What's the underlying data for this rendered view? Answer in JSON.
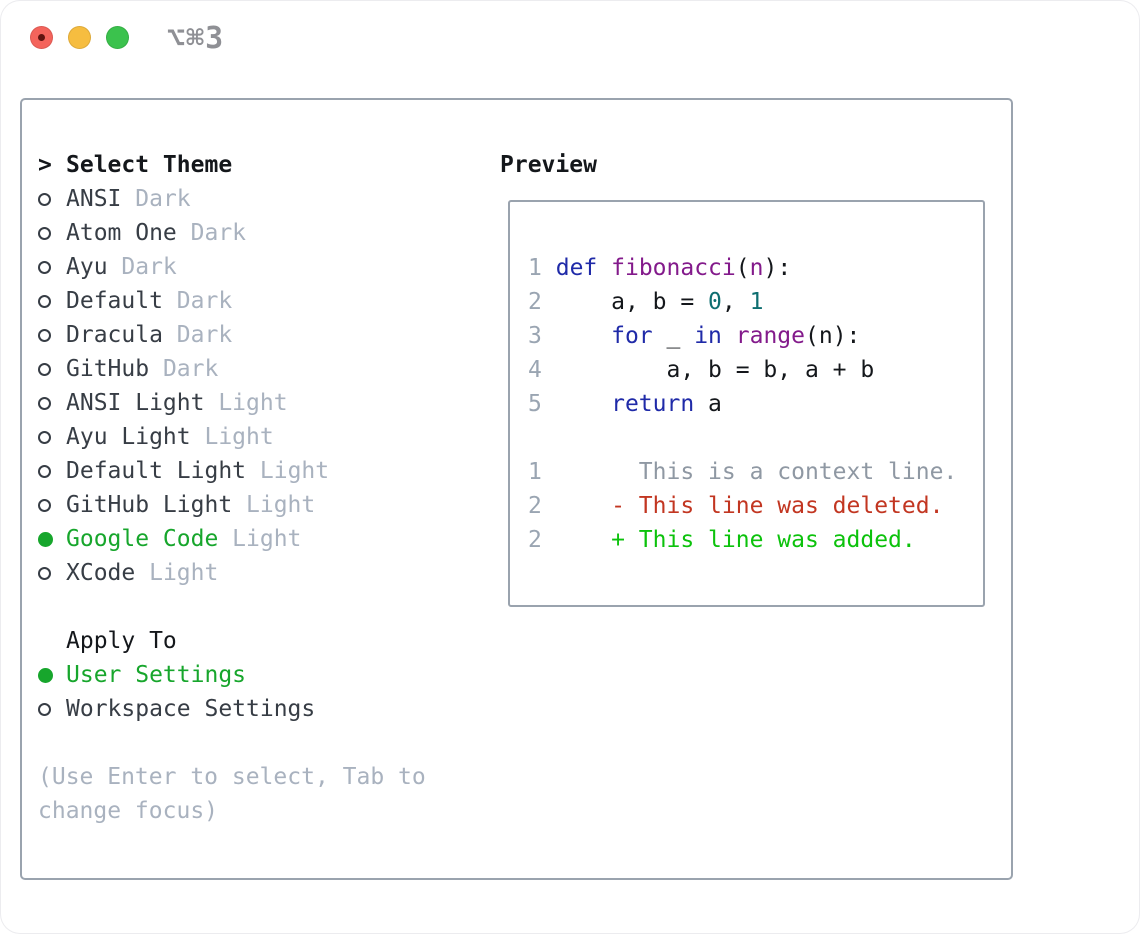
{
  "titlebar": {
    "shortcut": "⌥⌘3",
    "shortcut_color": "#8f9095",
    "traffic_red": "#f4645c",
    "traffic_red_dot": "#611410",
    "traffic_yellow": "#f6bd40",
    "traffic_green": "#3bc24d"
  },
  "colors": {
    "accent_green": "#17a62c",
    "border_gray": "#9aa3ae",
    "text_dark": "#373d45",
    "text_black": "#14171b",
    "muted": "#a9b2bf",
    "line_number": "#9aa5b2",
    "code_keyword": "#1f2aa8",
    "code_name": "#831a8b",
    "code_number": "#0e6e70",
    "code_plain": "#14171b",
    "diff_context": "#8f98a3",
    "diff_deleted": "#c23621",
    "diff_added": "#0cc20c"
  },
  "theme_panel": {
    "prompt": ">",
    "title": "Select Theme",
    "items": [
      {
        "name": "ANSI",
        "variant": "Dark",
        "selected": false
      },
      {
        "name": "Atom One",
        "variant": "Dark",
        "selected": false
      },
      {
        "name": "Ayu",
        "variant": "Dark",
        "selected": false
      },
      {
        "name": "Default",
        "variant": "Dark",
        "selected": false
      },
      {
        "name": "Dracula",
        "variant": "Dark",
        "selected": false
      },
      {
        "name": "GitHub",
        "variant": "Dark",
        "selected": false
      },
      {
        "name": "ANSI Light",
        "variant": "Light",
        "selected": false
      },
      {
        "name": "Ayu Light",
        "variant": "Light",
        "selected": false
      },
      {
        "name": "Default Light",
        "variant": "Light",
        "selected": false
      },
      {
        "name": "GitHub Light",
        "variant": "Light",
        "selected": false
      },
      {
        "name": "Google Code",
        "variant": "Light",
        "selected": true
      },
      {
        "name": "XCode",
        "variant": "Light",
        "selected": false
      }
    ],
    "apply_to": {
      "title": "Apply To",
      "options": [
        {
          "name": "User Settings",
          "selected": true
        },
        {
          "name": "Workspace Settings",
          "selected": false
        }
      ]
    },
    "hint_lines": [
      "(Use Enter to select, Tab to",
      "change focus)"
    ]
  },
  "preview": {
    "title": "Preview",
    "code_lines": [
      {
        "tokens": [
          [
            "ln",
            "1"
          ],
          [
            "pl",
            " "
          ],
          [
            "kw",
            "def"
          ],
          [
            "pl",
            " "
          ],
          [
            "fn",
            "fibonacci"
          ],
          [
            "pl",
            "("
          ],
          [
            "fn",
            "n"
          ],
          [
            "pl",
            "):"
          ]
        ]
      },
      {
        "tokens": [
          [
            "ln",
            "2"
          ],
          [
            "pl",
            "     a, b = "
          ],
          [
            "num",
            "0"
          ],
          [
            "pl",
            ", "
          ],
          [
            "num",
            "1"
          ]
        ]
      },
      {
        "tokens": [
          [
            "ln",
            "3"
          ],
          [
            "pl",
            "     "
          ],
          [
            "kw",
            "for"
          ],
          [
            "pl",
            " _ "
          ],
          [
            "kw",
            "in"
          ],
          [
            "pl",
            " "
          ],
          [
            "fn",
            "range"
          ],
          [
            "pl",
            "(n):"
          ]
        ]
      },
      {
        "tokens": [
          [
            "ln",
            "4"
          ],
          [
            "pl",
            "         a, b = b, a + b"
          ]
        ]
      },
      {
        "tokens": [
          [
            "ln",
            "5"
          ],
          [
            "pl",
            "     "
          ],
          [
            "kw",
            "return"
          ],
          [
            "pl",
            " a"
          ]
        ]
      },
      {
        "tokens": []
      },
      {
        "tokens": [
          [
            "ln",
            "1"
          ],
          [
            "ctx",
            "       This is a context line."
          ]
        ]
      },
      {
        "tokens": [
          [
            "ln",
            "2"
          ],
          [
            "del",
            "     - This line was deleted."
          ]
        ]
      },
      {
        "tokens": [
          [
            "ln",
            "2"
          ],
          [
            "add",
            "     + This line was added."
          ]
        ]
      }
    ]
  }
}
